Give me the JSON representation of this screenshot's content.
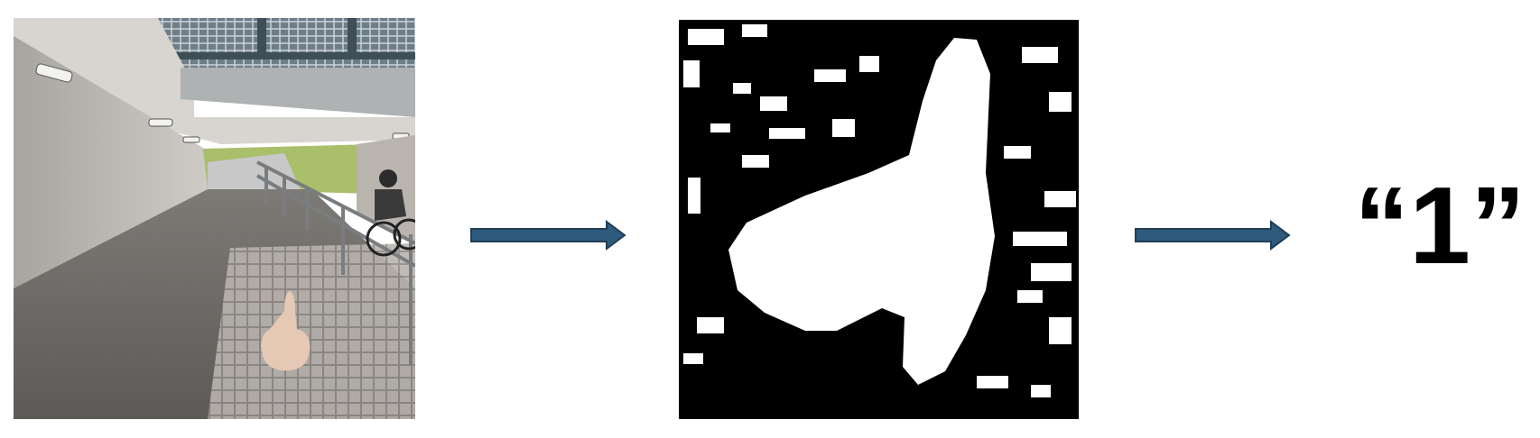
{
  "diagram": {
    "steps": [
      {
        "id": "input",
        "kind": "photograph",
        "depicts": "tunnel-with-hand-pointing-one-finger"
      },
      {
        "id": "segmentation",
        "kind": "binary-mask",
        "depicts": "hand-segmentation-mask"
      },
      {
        "id": "output",
        "kind": "text"
      }
    ],
    "output_label": "“1”",
    "arrow_color": "#2E5A7C",
    "arrow_outline": "#1F3E57"
  }
}
